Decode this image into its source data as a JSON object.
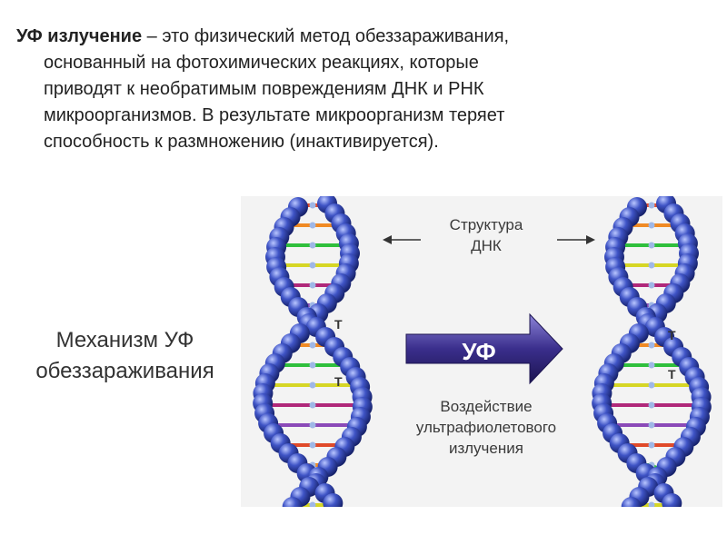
{
  "definition": {
    "term": "УФ излучение",
    "line1_rest": " – это физический метод обеззараживания,",
    "line2": "основанный на фотохимических реакциях, которые",
    "line3": "приводят к необратимым повреждениям ДНК и РНК",
    "line4": "микроорганизмов. В результате микроорганизм теряет",
    "line5": "способность к размножению (инактивируется)."
  },
  "mechanism_label": {
    "line1": "Механизм УФ",
    "line2": "обеззараживания"
  },
  "diagram": {
    "structure_label": {
      "line1": "Структура",
      "line2": "ДНК"
    },
    "arrow_label": "УФ",
    "effect_label": {
      "line1": "Воздействие",
      "line2": "ультрафиолетового",
      "line3": "излучения"
    },
    "base_left_1": "T",
    "base_left_2": "T",
    "base_right_1": "T",
    "base_right_2": "T",
    "colors": {
      "backbone": "#2b3ea8",
      "arrow": "#3a2e8c",
      "bases": [
        "#e04a2a",
        "#f08a24",
        "#2fbf3c",
        "#d6d625",
        "#b0287a",
        "#8b4ab8"
      ]
    }
  }
}
